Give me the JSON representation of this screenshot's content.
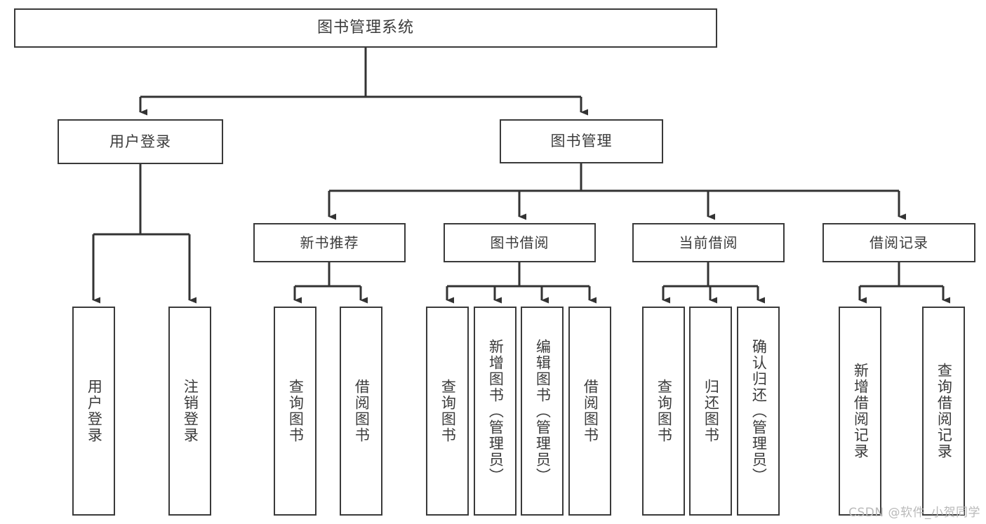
{
  "diagram": {
    "type": "tree",
    "title": "图书管理系统",
    "orientation": "top-down",
    "colors": {
      "background": "#ffffff",
      "box_border": "#3a3a3a",
      "box_fill": "#ffffff",
      "connector": "#333333",
      "text": "#3b3b3b",
      "watermark": "#b9b9b9"
    },
    "nodes": {
      "root": {
        "label": "图书管理系统",
        "level": 0
      },
      "user_login": {
        "label": "用户登录",
        "level": 1
      },
      "book_manage": {
        "label": "图书管理",
        "level": 1
      },
      "new_book_rec": {
        "label": "新书推荐",
        "level": 2
      },
      "book_borrow": {
        "label": "图书借阅",
        "level": 2
      },
      "current_borrow": {
        "label": "当前借阅",
        "level": 2
      },
      "borrow_record": {
        "label": "借阅记录",
        "level": 2
      },
      "leaf_user_login": {
        "label": "用户登录",
        "level": 3
      },
      "leaf_logout": {
        "label": "注销登录",
        "level": 3
      },
      "leaf_query_book_1": {
        "label": "查询图书",
        "level": 3
      },
      "leaf_borrow_book_1": {
        "label": "借阅图书",
        "level": 3
      },
      "leaf_query_book_2": {
        "label": "查询图书",
        "level": 3
      },
      "leaf_add_book": {
        "label": "新增图书（管理员）",
        "level": 3
      },
      "leaf_edit_book": {
        "label": "编辑图书（管理员）",
        "level": 3
      },
      "leaf_borrow_book_2": {
        "label": "借阅图书",
        "level": 3
      },
      "leaf_query_book_3": {
        "label": "查询图书",
        "level": 3
      },
      "leaf_return_book": {
        "label": "归还图书",
        "level": 3
      },
      "leaf_confirm_return": {
        "label": "确认归还（管理员）",
        "level": 3
      },
      "leaf_add_record": {
        "label": "新增借阅记录",
        "level": 3
      },
      "leaf_query_record": {
        "label": "查询借阅记录",
        "level": 3
      }
    },
    "edges": [
      {
        "from": "root",
        "to": "user_login"
      },
      {
        "from": "root",
        "to": "book_manage"
      },
      {
        "from": "user_login",
        "to": "leaf_user_login"
      },
      {
        "from": "user_login",
        "to": "leaf_logout"
      },
      {
        "from": "book_manage",
        "to": "new_book_rec"
      },
      {
        "from": "book_manage",
        "to": "book_borrow"
      },
      {
        "from": "book_manage",
        "to": "current_borrow"
      },
      {
        "from": "book_manage",
        "to": "borrow_record"
      },
      {
        "from": "new_book_rec",
        "to": "leaf_query_book_1"
      },
      {
        "from": "new_book_rec",
        "to": "leaf_borrow_book_1"
      },
      {
        "from": "book_borrow",
        "to": "leaf_query_book_2"
      },
      {
        "from": "book_borrow",
        "to": "leaf_add_book"
      },
      {
        "from": "book_borrow",
        "to": "leaf_edit_book"
      },
      {
        "from": "book_borrow",
        "to": "leaf_borrow_book_2"
      },
      {
        "from": "current_borrow",
        "to": "leaf_query_book_3"
      },
      {
        "from": "current_borrow",
        "to": "leaf_return_book"
      },
      {
        "from": "current_borrow",
        "to": "leaf_confirm_return"
      },
      {
        "from": "borrow_record",
        "to": "leaf_add_record"
      },
      {
        "from": "borrow_record",
        "to": "leaf_query_record"
      }
    ]
  },
  "watermark": {
    "text": "CSDN @软件_小贺同学"
  }
}
